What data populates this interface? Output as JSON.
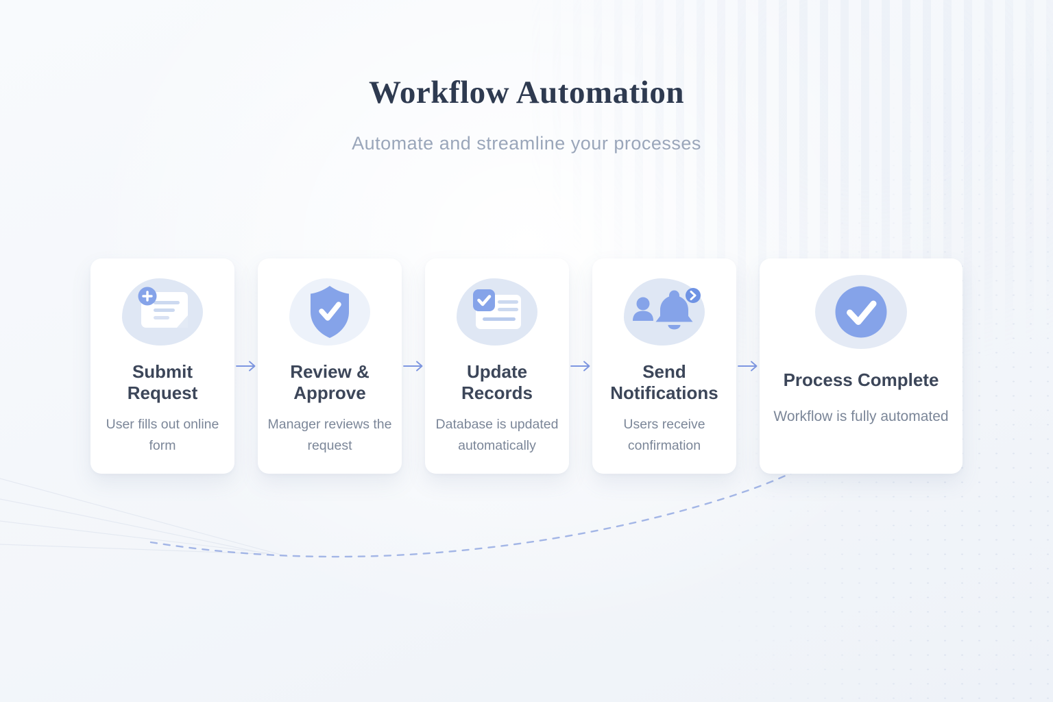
{
  "theme": {
    "page_bg": "#f6f8fb",
    "card_bg": "#ffffff",
    "accent": "#85a3e9",
    "accent_dark": "#6f93e4",
    "arrow": "#7e97e2",
    "dash_line": "#8fa5e1",
    "blob": "#dfe7f4",
    "title_color": "#2e3a50",
    "subtitle_color": "#9aa6ba",
    "card_title_color": "#3c4659",
    "desc_color": "#7b8698"
  },
  "header": {
    "title": "Workflow Automation",
    "subtitle": "Automate and streamline your processes"
  },
  "steps": [
    {
      "title": "Submit Request",
      "description": "User fills out online form",
      "icon": "form-plus-icon"
    },
    {
      "title": "Review & Approve",
      "description": "Manager reviews the request",
      "icon": "shield-check-icon"
    },
    {
      "title": "Update Records",
      "description": "Database is updated automatically",
      "icon": "document-check-icon"
    },
    {
      "title": "Send Notifications",
      "description": "Users receive confirmation",
      "icon": "user-bell-icon"
    },
    {
      "title": "Process Complete",
      "description": "Workflow is fully automated",
      "icon": "check-circle-icon"
    }
  ]
}
